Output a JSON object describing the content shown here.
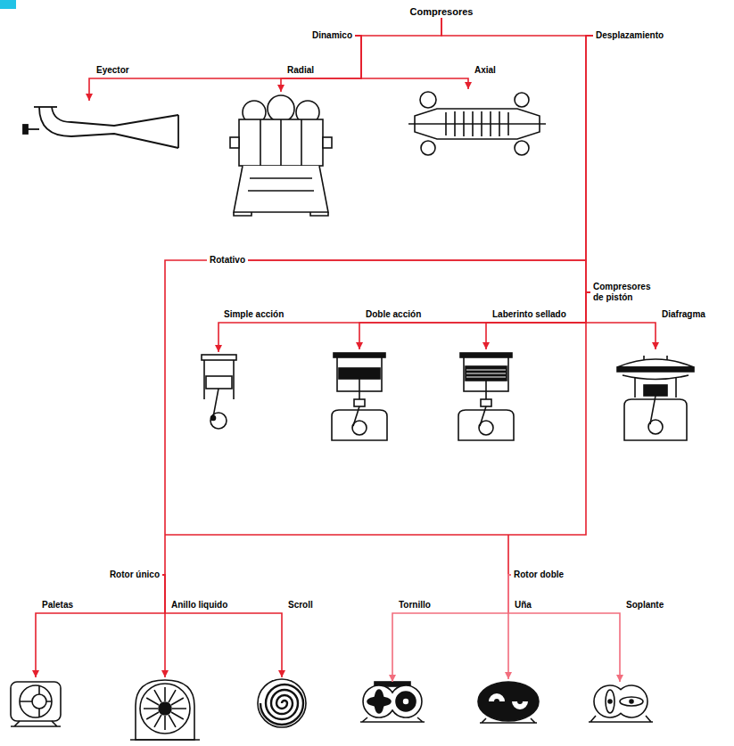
{
  "diagram": {
    "nodes": [
      {
        "text": [
          "Compresores"
        ]
      },
      {
        "text": [
          "Dinamico"
        ]
      },
      {
        "text": [
          "Desplazamiento"
        ]
      },
      {
        "text": [
          "Eyector"
        ]
      },
      {
        "text": [
          "Radial"
        ]
      },
      {
        "text": [
          "Axial"
        ]
      },
      {
        "text": [
          "Rotativo"
        ]
      },
      {
        "text": [
          "Compresores de pistón"
        ]
      },
      {
        "text": [
          "Simple acción"
        ]
      },
      {
        "text": [
          "Doble acción"
        ]
      },
      {
        "text": [
          "Laberinto sellado"
        ]
      },
      {
        "text": [
          "Diafragma"
        ]
      },
      {
        "text": [
          "Rotor único"
        ]
      },
      {
        "text": [
          "Rotor doble"
        ]
      },
      {
        "text": [
          "Paletas"
        ]
      },
      {
        "text": [
          "Anillo liquido"
        ]
      },
      {
        "text": [
          "Scroll"
        ]
      },
      {
        "text": [
          "Tornillo"
        ]
      },
      {
        "text": [
          "Uña"
        ]
      },
      {
        "text": [
          "Soplante"
        ]
      }
    ],
    "edges": [
      {
        "from": 0,
        "to": 1,
        "arrow": "none"
      },
      {
        "from": 0,
        "to": 2,
        "arrow": "none"
      },
      {
        "from": 1,
        "to": 3,
        "arrow": "to"
      },
      {
        "from": 1,
        "to": 4,
        "arrow": "to"
      },
      {
        "from": 1,
        "to": 5,
        "arrow": "to"
      },
      {
        "from": 2,
        "to": 6,
        "arrow": "none"
      },
      {
        "from": 2,
        "to": 7,
        "arrow": "none"
      },
      {
        "from": 7,
        "to": 8,
        "arrow": "to"
      },
      {
        "from": 7,
        "to": 9,
        "arrow": "to"
      },
      {
        "from": 7,
        "to": 10,
        "arrow": "to"
      },
      {
        "from": 7,
        "to": 11,
        "arrow": "to"
      },
      {
        "from": 6,
        "to": 12,
        "arrow": "none"
      },
      {
        "from": 6,
        "to": 13,
        "arrow": "none"
      },
      {
        "from": 12,
        "to": 14,
        "arrow": "to"
      },
      {
        "from": 12,
        "to": 15,
        "arrow": "to"
      },
      {
        "from": 12,
        "to": 16,
        "arrow": "to"
      },
      {
        "from": 13,
        "to": 17,
        "arrow": "to"
      },
      {
        "from": 13,
        "to": 18,
        "arrow": "to"
      },
      {
        "from": 13,
        "to": 19,
        "arrow": "to"
      }
    ]
  }
}
